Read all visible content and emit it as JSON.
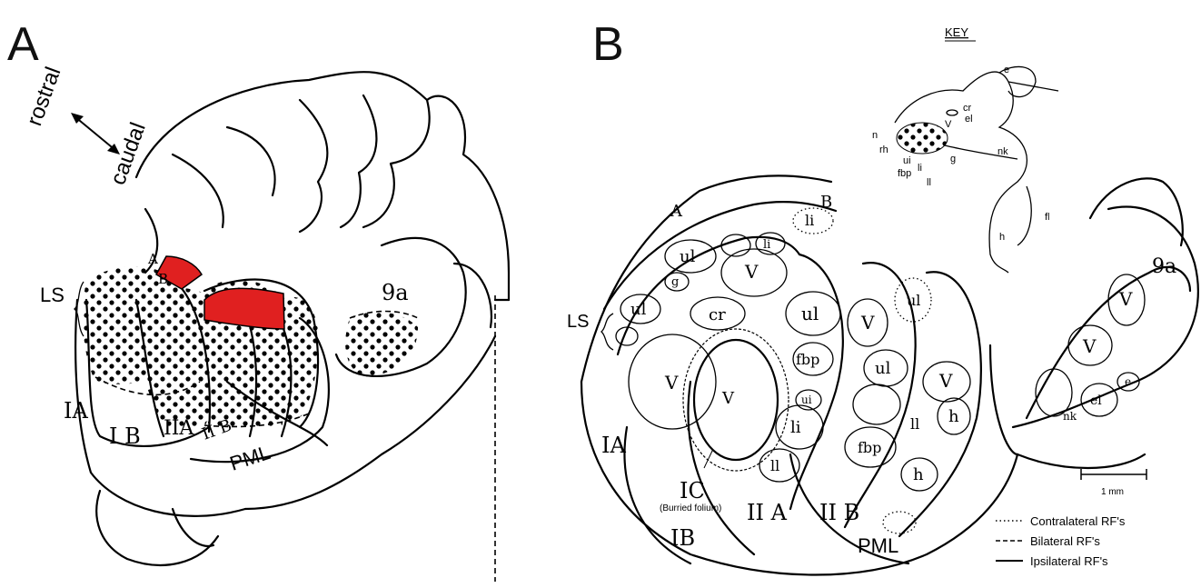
{
  "panel_a": {
    "letter": "A",
    "orientation": {
      "rostral": "rostral",
      "caudal": "caudal"
    },
    "labels": {
      "ls": "LS",
      "a": "A",
      "b": "B",
      "ia": "IA",
      "ib": "I B",
      "iia": "IIA",
      "iib": "II B",
      "pml": "PML",
      "nine_a": "9a"
    },
    "colors": {
      "highlight": "#e02020",
      "dots": "#000000"
    }
  },
  "panel_b": {
    "letter": "B",
    "key": {
      "title": "KEY",
      "labels": [
        "cr",
        "el",
        "e",
        "n",
        "V",
        "rh",
        "ui",
        "g",
        "fbp",
        "li",
        "ll",
        "nk",
        "fl",
        "h"
      ]
    },
    "lobule_labels": {
      "a": "A",
      "b": "B",
      "ls": "LS",
      "ia": "IA",
      "ib": "IB",
      "ic": "IC",
      "ic_note": "(Burried folium)",
      "iia": "II A",
      "iib": "II B",
      "pml": "PML",
      "nine_a": "9a"
    },
    "region_labels": {
      "ul_1": "ul",
      "ul_2": "ul",
      "ul_3": "ul",
      "ul_4": "ul",
      "ul_5": "ul",
      "v_1": "V",
      "v_2": "V",
      "v_3": "V",
      "v_4": "V",
      "v_5": "V",
      "v_6": "V",
      "v_7": "V",
      "cr": "cr",
      "fbp_1": "fbp",
      "fbp_2": "fbp",
      "li_1": "li",
      "li_2": "li",
      "li_3": "li",
      "ll_1": "ll",
      "ll_2": "ll",
      "ui": "ui",
      "h_1": "h",
      "h_2": "h",
      "el": "el",
      "e": "e",
      "nk": "nk",
      "g": "g"
    },
    "scale_bar": "1 mm",
    "legend": [
      {
        "style": "dotted",
        "label": "Contralateral RF's"
      },
      {
        "style": "dashed",
        "label": "Bilateral RF's"
      },
      {
        "style": "solid",
        "label": "Ipsilateral RF's"
      }
    ]
  }
}
